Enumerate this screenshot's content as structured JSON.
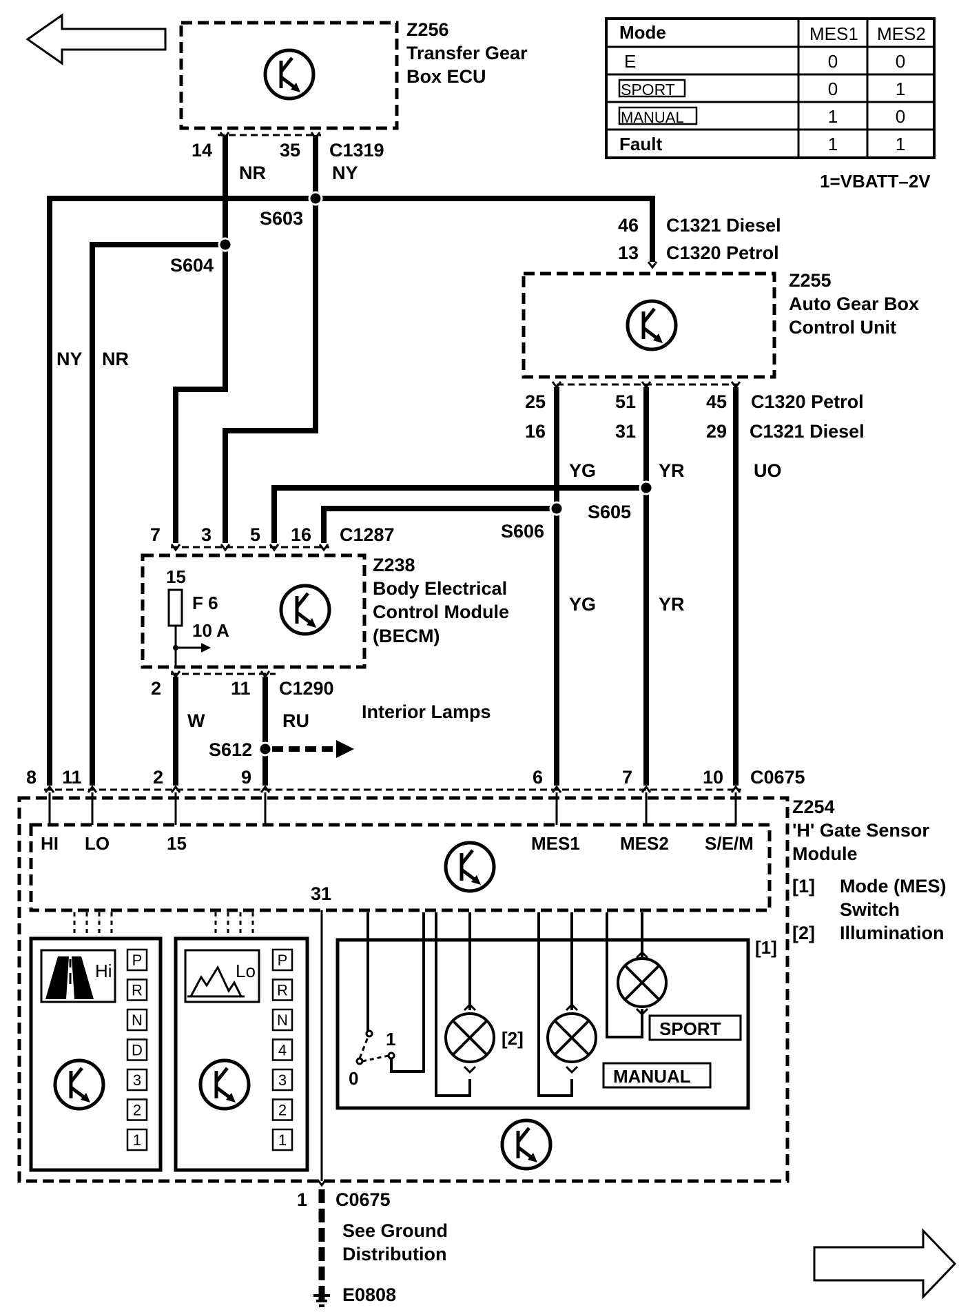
{
  "modules": {
    "z256": {
      "id": "Z256",
      "line1": "Transfer Gear",
      "line2": "Box ECU"
    },
    "z255": {
      "id": "Z255",
      "line1": "Auto Gear Box",
      "line2": "Control Unit"
    },
    "z238": {
      "id": "Z238",
      "line1": "Body Electrical",
      "line2": "Control Module",
      "line3": "(BECM)"
    },
    "z254": {
      "id": "Z254",
      "line1": "'H' Gate Sensor",
      "line2": "Module"
    }
  },
  "mode_table": {
    "headers": [
      "Mode",
      "MES1",
      "MES2"
    ],
    "rows": [
      [
        "E",
        "0",
        "0"
      ],
      [
        "SPORT",
        "0",
        "1"
      ],
      [
        "MANUAL",
        "1",
        "0"
      ],
      [
        "Fault",
        "1",
        "1"
      ]
    ],
    "note": "1=VBATT–2V"
  },
  "connectors": {
    "c1319": "C1319",
    "c1321_diesel": "C1321  Diesel",
    "c1320_petrol": "C1320  Petrol",
    "c1320_petrol_b": "C1320  Petrol",
    "c1321_diesel_b": "C1321  Diesel",
    "c1287": "C1287",
    "c1290": "C1290",
    "c0675": "C0675",
    "c0675_b": "C0675"
  },
  "splices": {
    "s603": "S603",
    "s604": "S604",
    "s605": "S605",
    "s606": "S606",
    "s612": "S612"
  },
  "wires": {
    "nr_top": "NR",
    "ny_top": "NY",
    "ny_left": "NY",
    "nr_left": "NR",
    "yg_upper": "YG",
    "yr_upper": "YR",
    "uo": "UO",
    "yg_lower": "YG",
    "yr_lower": "YR",
    "w": "W",
    "ru": "RU"
  },
  "pins": {
    "p14": "14",
    "p35": "35",
    "p46": "46",
    "p13": "13",
    "p25": "25",
    "p51": "51",
    "p45": "45",
    "p16b": "16",
    "p31b": "31",
    "p29": "29",
    "p7": "7",
    "p3": "3",
    "p5": "5",
    "p16": "16",
    "p15": "15",
    "p2": "2",
    "p11": "11",
    "g8": "8",
    "g11": "11",
    "g2": "2",
    "g9": "9",
    "g6": "6",
    "g7": "7",
    "g10": "10",
    "g31": "31",
    "g1": "1"
  },
  "fuse": {
    "name": "F 6",
    "rating": "10 A"
  },
  "interior_lamps": "Interior Lamps",
  "gate_pins": [
    "HI",
    "LO",
    "15",
    "MES1",
    "MES2",
    "S/E/M"
  ],
  "legend": [
    {
      "ref": "[1]",
      "line1": "Mode (MES)",
      "line2": "Switch"
    },
    {
      "ref": "[2]",
      "line1": "Illumination",
      "line2": ""
    }
  ],
  "ref1_box": "[1]",
  "ref2_lamp": "[2]",
  "hi_panel": {
    "label": "Hi",
    "gears": [
      "P",
      "R",
      "N",
      "D",
      "3",
      "2",
      "1"
    ]
  },
  "lo_panel": {
    "label": "Lo",
    "gears": [
      "P",
      "R",
      "N",
      "4",
      "3",
      "2",
      "1"
    ]
  },
  "switch": {
    "pos0": "0",
    "pos1": "1"
  },
  "sport_label": "SPORT",
  "manual_label": "MANUAL",
  "ground": {
    "line1": "See Ground",
    "line2": "Distribution",
    "id": "E0808"
  }
}
